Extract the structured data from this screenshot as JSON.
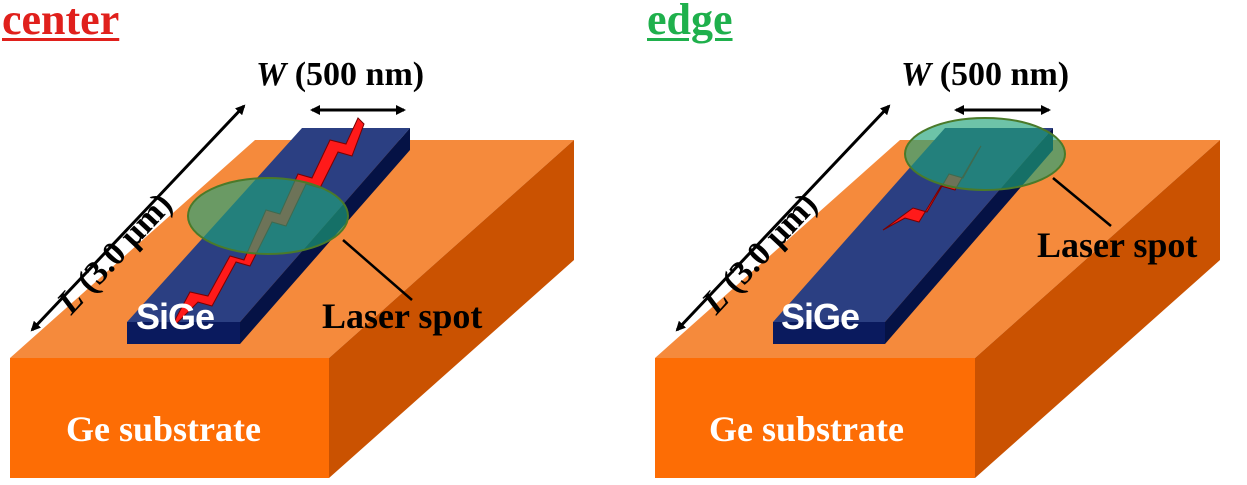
{
  "panels": [
    {
      "title": "center",
      "title_color": "#e0201c",
      "width_var": "W",
      "width_value": "(500 nm)",
      "length_var": "L",
      "length_value": "(3.0 μm)",
      "stripe_label": "SiGe",
      "spot_label": "Laser spot",
      "substrate_label": "Ge substrate",
      "spot_position": "center"
    },
    {
      "title": "edge",
      "title_color": "#1fb04c",
      "width_var": "W",
      "width_value": "(500 nm)",
      "length_var": "L",
      "length_value": "(3.0 μm)",
      "stripe_label": "SiGe",
      "spot_label": "Laser spot",
      "substrate_label": "Ge substrate",
      "spot_position": "edge"
    }
  ],
  "colors": {
    "substrate_top": "#f58a3c",
    "substrate_front": "#fd6d05",
    "substrate_side": "#ca5201",
    "stripe_top": "#2b3f82",
    "stripe_front": "#0a1a5e",
    "stripe_side": "#051245",
    "spot_fill": "#1fa37a",
    "spot_stroke": "#4a7a2a",
    "strain_arrow": "#ff1a1a"
  }
}
